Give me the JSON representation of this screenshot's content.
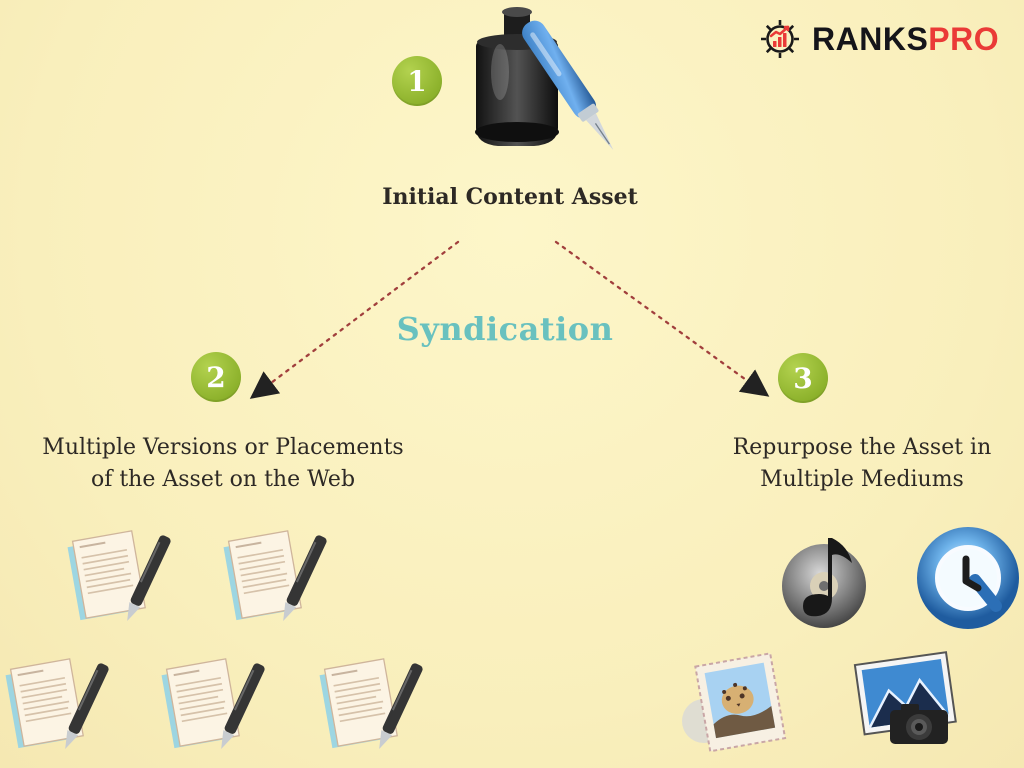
{
  "brand": {
    "name_primary": "RANKS",
    "name_accent": "PRO",
    "accent_color": "#ea3a37"
  },
  "diagram": {
    "steps": [
      {
        "id": "1",
        "badge": "1",
        "label": "Initial Content Asset",
        "icon": "ink-pen-icon"
      },
      {
        "id": "2",
        "badge": "2",
        "label_lines": [
          "Multiple Versions or Placements",
          "of the Asset on the Web"
        ],
        "icon": "document-pen-icon"
      },
      {
        "id": "3",
        "badge": "3",
        "label_lines": [
          "Repurpose the Asset in",
          "Multiple Mediums"
        ],
        "icon": "media-icons"
      }
    ],
    "process": "Syndication",
    "flow": [
      {
        "from": "1",
        "to": "2"
      },
      {
        "from": "1",
        "to": "3"
      }
    ],
    "colors": {
      "background": "#fbf3c2",
      "badge": "#8db22c",
      "syndication": "#69c1bf",
      "text": "#2d2925"
    }
  }
}
